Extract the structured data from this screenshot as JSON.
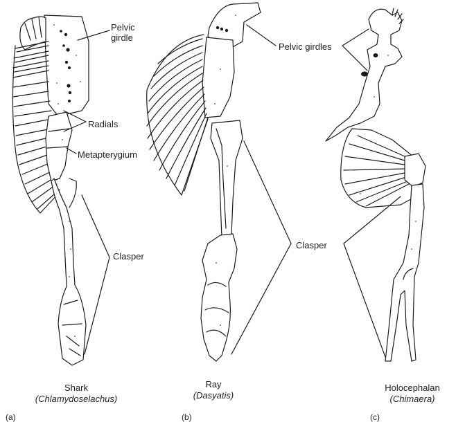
{
  "labels": {
    "pelvic_girdle_line1": "Pelvic",
    "pelvic_girdle_line2": "girdle",
    "radials": "Radials",
    "metapterygium": "Metapterygium",
    "clasper_a": "Clasper",
    "pelvic_girdles": "Pelvic girdles",
    "clasper_bc": "Clasper"
  },
  "panels": [
    {
      "letter": "(a)",
      "name": "Shark",
      "species": "(Chlamydoselachus)"
    },
    {
      "letter": "(b)",
      "name": "Ray",
      "species": "(Dasyatis)"
    },
    {
      "letter": "(c)",
      "name": "Holocephalan",
      "species": "(Chimaera)"
    }
  ]
}
